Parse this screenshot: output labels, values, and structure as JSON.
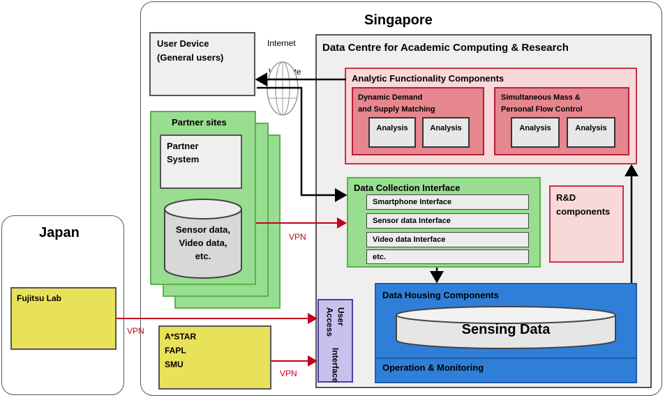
{
  "singapore": {
    "title": "Singapore"
  },
  "japan": {
    "title": "Japan"
  },
  "user_device": {
    "line1": "User Device",
    "line2": "(General users)"
  },
  "internet": {
    "label": "Internet",
    "website": "Web site"
  },
  "partner": {
    "title": "Partner sites",
    "system1": "Partner",
    "system2": "System",
    "db1": "Sensor data,",
    "db2": "Video data,",
    "db3": "etc."
  },
  "data_centre": {
    "title": "Data Centre for Academic Computing & Research"
  },
  "analytic": {
    "title": "Analytic Functionality Components",
    "left": {
      "line1": "Dynamic Demand",
      "line2": "and Supply Matching",
      "a1": "Analysis",
      "a2": "Analysis"
    },
    "right": {
      "line1": "Simultaneous Mass &",
      "line2": "Personal Flow Control",
      "a1": "Analysis",
      "a2": "Analysis"
    }
  },
  "collection": {
    "title": "Data Collection Interface",
    "rows": [
      "Smartphone Interface",
      "Sensor data Interface",
      "Video data Interface",
      "etc."
    ]
  },
  "rd": {
    "line1": "R&D",
    "line2": "components"
  },
  "housing": {
    "title": "Data Housing Components",
    "sensing": "Sensing Data",
    "ops": "Operation & Monitoring"
  },
  "user_access": {
    "line1": "User Access",
    "line2": "Interface"
  },
  "fujitsu": {
    "label": "Fujitsu Lab"
  },
  "astar": {
    "line1": "A*STAR",
    "line2": "FAPL",
    "line3": "SMU"
  },
  "vpn": {
    "v1": "VPN",
    "v2": "VPN",
    "v3": "VPN"
  },
  "colors": {
    "vpn_line": "#c0001e",
    "accent_blue": "#2f7fd8",
    "green": "#99dd90",
    "red": "#e6868f"
  }
}
